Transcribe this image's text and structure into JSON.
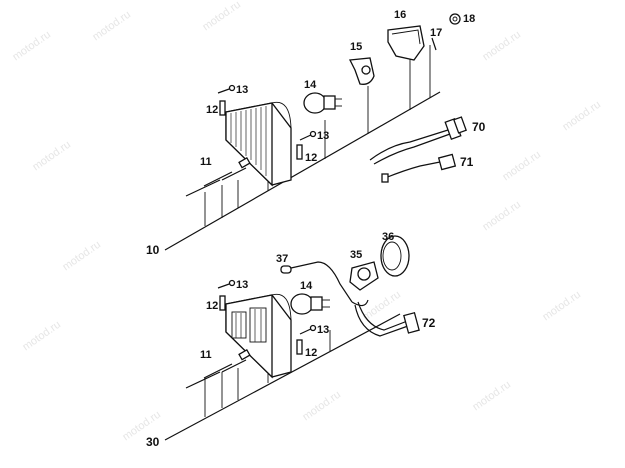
{
  "watermark": "motod.ru",
  "assemblies": {
    "upper": {
      "ref": "10",
      "parts": [
        "11",
        "12",
        "13",
        "14",
        "15",
        "16",
        "17",
        "18",
        "70",
        "71"
      ]
    },
    "lower": {
      "ref": "30",
      "parts": [
        "11",
        "12",
        "13",
        "14",
        "35",
        "36",
        "37",
        "72"
      ]
    }
  },
  "labels": {
    "p10": "10",
    "p11a": "11",
    "p12a": "12",
    "p12b": "12",
    "p13a": "13",
    "p13b": "13",
    "p14a": "14",
    "p15": "15",
    "p16": "16",
    "p17": "17",
    "p18": "18",
    "p70": "70",
    "p71": "71",
    "p30": "30",
    "p11b": "11",
    "p12c": "12",
    "p12d": "12",
    "p13c": "13",
    "p13d": "13",
    "p14b": "14",
    "p35": "35",
    "p36": "36",
    "p37": "37",
    "p72": "72"
  }
}
